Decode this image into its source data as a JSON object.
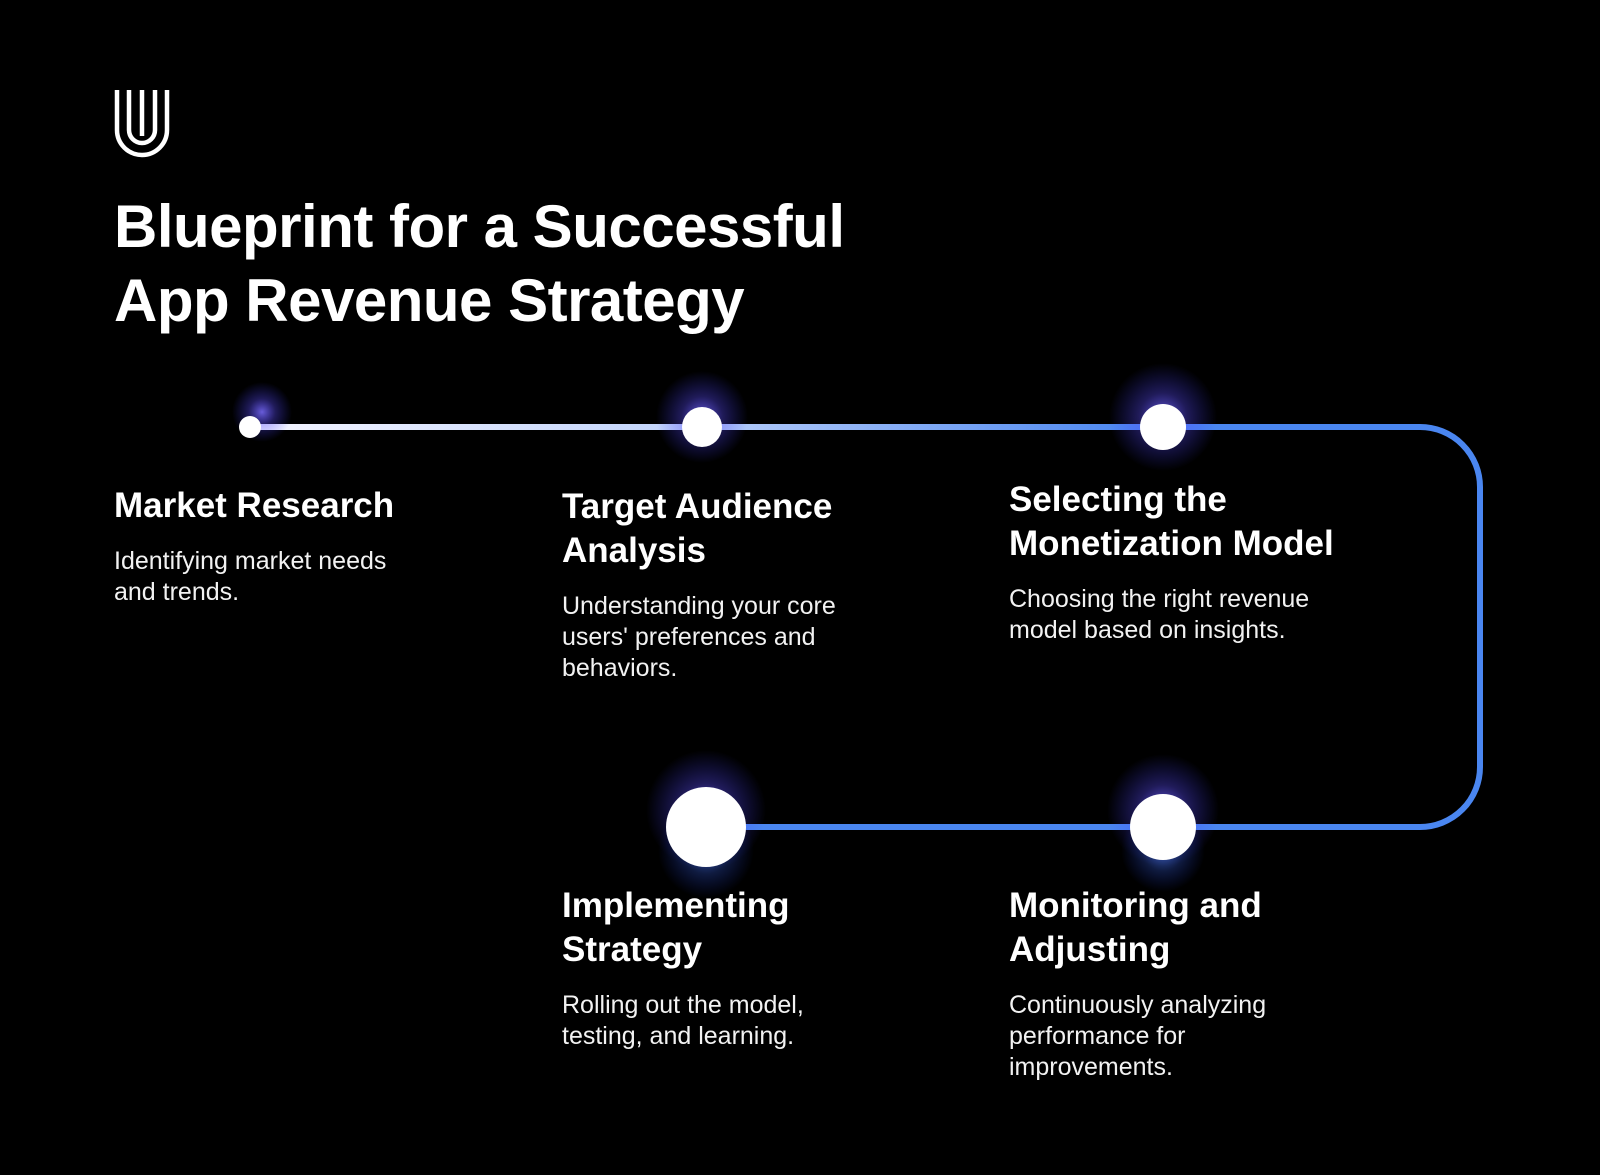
{
  "title": {
    "line1": "Blueprint for a Successful",
    "line2": "App Revenue Strategy"
  },
  "logo": {
    "icon": "u-logo-icon"
  },
  "colors": {
    "background": "#000000",
    "text": "#ffffff",
    "path_start": "#f4f4ff",
    "path_end": "#4a86f0",
    "node_glow": "#6a5cff"
  },
  "steps": [
    {
      "title": "Market Research",
      "description": "Identifying market needs and trends."
    },
    {
      "title": "Target Audience Analysis",
      "description": "Understanding your core users' preferences and behaviors."
    },
    {
      "title": "Selecting the Monetization Model",
      "description": "Choosing the right revenue model based on insights."
    },
    {
      "title": "Implementing Strategy",
      "description": "Rolling out the model, testing, and learning."
    },
    {
      "title": "Monitoring and Adjusting",
      "description": "Continuously analyzing performance for improvements."
    }
  ]
}
